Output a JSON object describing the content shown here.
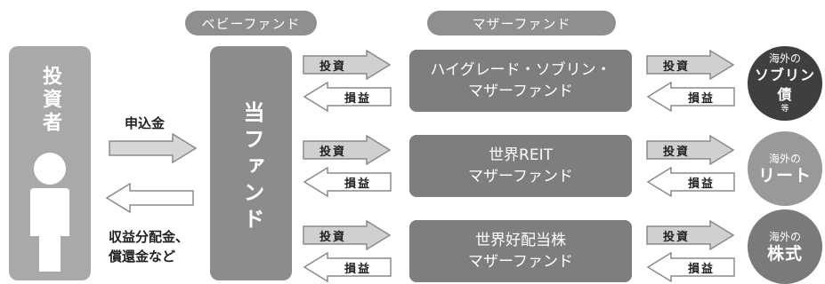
{
  "headers": {
    "baby_fund": "ベビーファンド",
    "mother_fund": "マザーファンド"
  },
  "investor": {
    "label": "投資者"
  },
  "flows": {
    "subscription": "申込金",
    "return_line1": "収益分配金、",
    "return_line2": "償還金など"
  },
  "fund": {
    "label": "当ファンド"
  },
  "arrows": {
    "invest": "投資",
    "profit_loss": "損益"
  },
  "mother_funds": [
    {
      "line1": "ハイグレード・ソブリン・",
      "line2": "マザーファンド"
    },
    {
      "line1": "世界REIT",
      "line2": "マザーファンド"
    },
    {
      "line1": "世界好配当株",
      "line2": "マザーファンド"
    }
  ],
  "targets": [
    {
      "top": "海外の",
      "main": "ソブリン債",
      "sub": "等",
      "color": "#3f3f3f"
    },
    {
      "top": "海外の",
      "main": "リート",
      "sub": "",
      "color": "#999999"
    },
    {
      "top": "海外の",
      "main": "株式",
      "sub": "",
      "color": "#7a7a7a"
    }
  ]
}
